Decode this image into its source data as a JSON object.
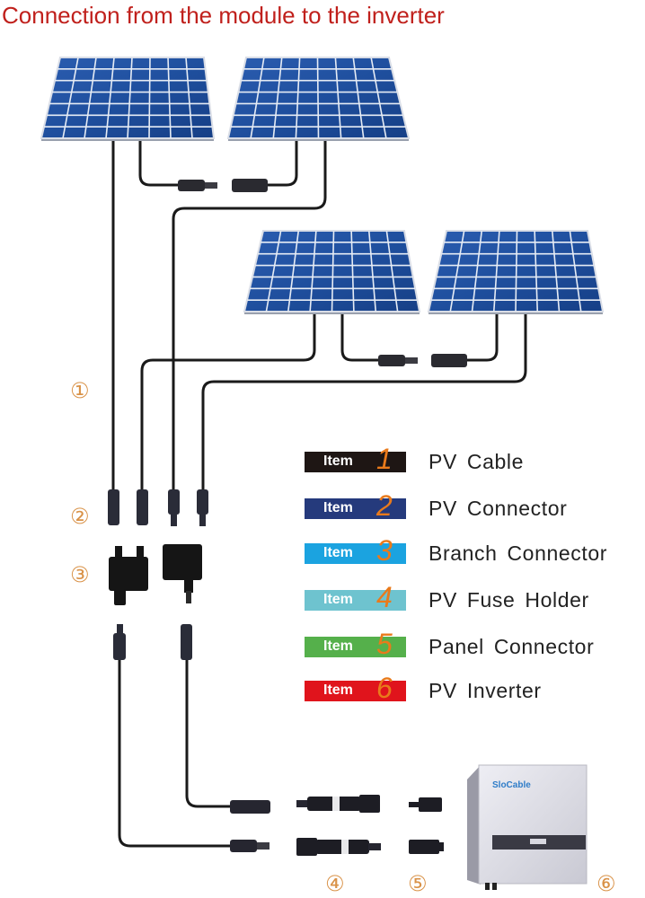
{
  "title": "Connection from the module to the inverter",
  "legend": [
    {
      "item_label": "Item",
      "number": "1",
      "label": "PV Cable",
      "color": "#1e1614"
    },
    {
      "item_label": "Item",
      "number": "2",
      "label": "PV Connector",
      "color": "#253a7c"
    },
    {
      "item_label": "Item",
      "number": "3",
      "label": "Branch Connector",
      "color": "#1ba3e0"
    },
    {
      "item_label": "Item",
      "number": "4",
      "label": "PV Fuse Holder",
      "color": "#6ec3cf"
    },
    {
      "item_label": "Item",
      "number": "5",
      "label": "Panel Connector",
      "color": "#55b04b"
    },
    {
      "item_label": "Item",
      "number": "6",
      "label": "PV Inverter",
      "color": "#e0141c"
    }
  ],
  "callouts": [
    "①",
    "②",
    "③",
    "④",
    "⑤",
    "⑥"
  ],
  "inverter": {
    "brand": "SloCable"
  },
  "colors": {
    "title": "#c0201c",
    "callout": "#d99248",
    "number_accent": "#e97a1b",
    "panel": "#1f4f9e",
    "cable": "#1a1a1a"
  }
}
